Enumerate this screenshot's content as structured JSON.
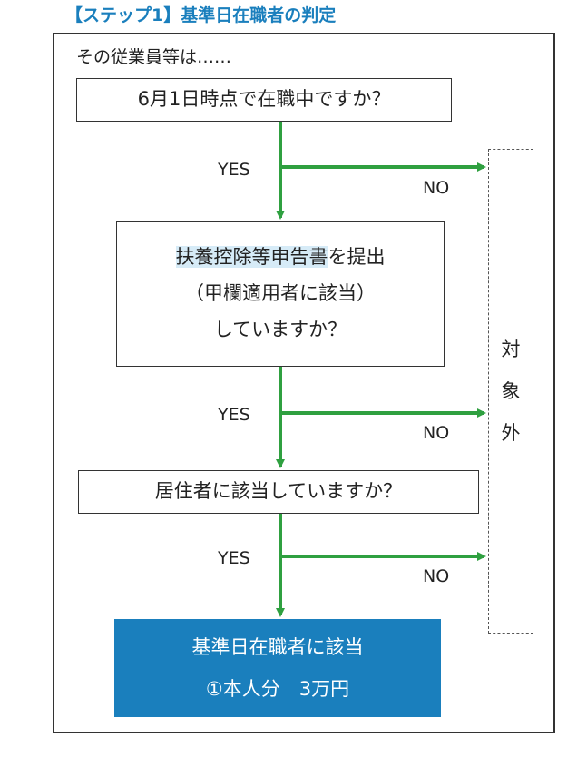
{
  "title": "【ステップ1】基準日在職者の判定",
  "intro": "その従業員等は……",
  "questions": {
    "q1": "6月1日時点で在職中ですか？",
    "q2_highlight": "扶養控除等申告書",
    "q2_rest": "を提出",
    "q2_line2": "（甲欄適用者に該当）",
    "q2_line3": "していますか？",
    "q3": "居住者に該当していますか？"
  },
  "branches": {
    "yes": "YES",
    "no": "NO"
  },
  "excluded": {
    "chars": [
      "対",
      "象",
      "外"
    ]
  },
  "result": {
    "line1": "基準日在職者に該当",
    "line2": "①本人分　3万円"
  },
  "colors": {
    "accent": "#1a7fbd",
    "arrow": "#2fa040",
    "highlight": "#d6ebf7"
  }
}
